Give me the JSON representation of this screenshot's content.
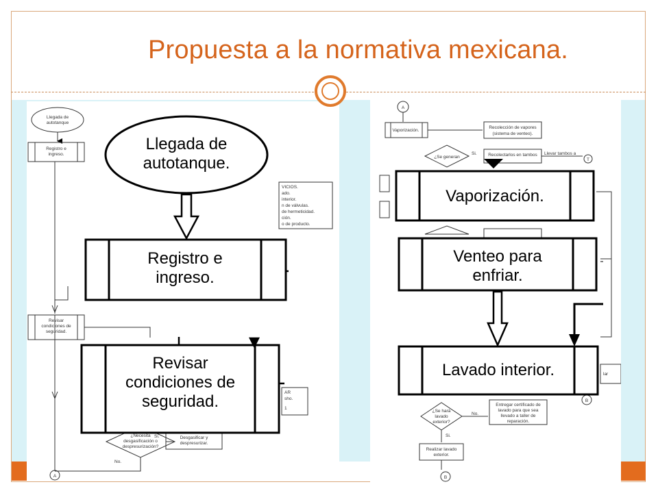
{
  "slide": {
    "title": "Propuesta a la normativa mexicana.",
    "colors": {
      "accent": "#d5641c",
      "band": "#d9f2f7",
      "bar": "#e36c1e"
    }
  },
  "left_flow": {
    "small": {
      "start": [
        "Llegada de",
        "autotanque"
      ],
      "registro": [
        "Registro e",
        "ingreso."
      ],
      "revisar": [
        "Revisar",
        "condiciones de",
        "seguridad."
      ],
      "decision": [
        "¿Necesita",
        "desgasificación o",
        "despresurización?"
      ],
      "yes": "Si.",
      "no": "No.",
      "desgas": [
        "Desgasificar y",
        "despresurizar."
      ],
      "connector": "A",
      "services": [
        "VICIOS.",
        "ado.",
        "interior.",
        "n de válvulas.",
        "de hermeticidad.",
        "ción.",
        "o de producto."
      ],
      "side_fragment": [
        "AR",
        "sho.",
        "1"
      ]
    },
    "large": {
      "start": [
        "Llegada de",
        "autotanque."
      ],
      "registro": [
        "Registro e",
        "ingreso."
      ],
      "revisar": [
        "Revisar",
        "condiciones de",
        "seguridad."
      ]
    }
  },
  "right_flow": {
    "small": {
      "connector_a": "A",
      "vaporizacion": "Vaporización.",
      "recoleccion": [
        "Recolección de vapores",
        "(sistema de venteo)."
      ],
      "se_generan": "¿Se generan",
      "si": "Si.",
      "recolectarlos": "Recolectarlos en tambos",
      "llevar": "Llevar tambos a",
      "t": "T",
      "lavado_exterior_q": [
        "¿Se hará",
        "lavado",
        "exterior?"
      ],
      "no": "No.",
      "si2": "Si.",
      "entregar": [
        "Entregar certificado de",
        "lavado para que sea",
        "llevado a taller de",
        "reparación."
      ],
      "realizar": [
        "Realizar lavado",
        "exterior."
      ],
      "connector_b": "B",
      "fragment_lar": "lar"
    },
    "large": {
      "vaporizacion": "Vaporización.",
      "venteo": [
        "Venteo para",
        "enfriar."
      ],
      "lavado": "Lavado interior."
    }
  }
}
